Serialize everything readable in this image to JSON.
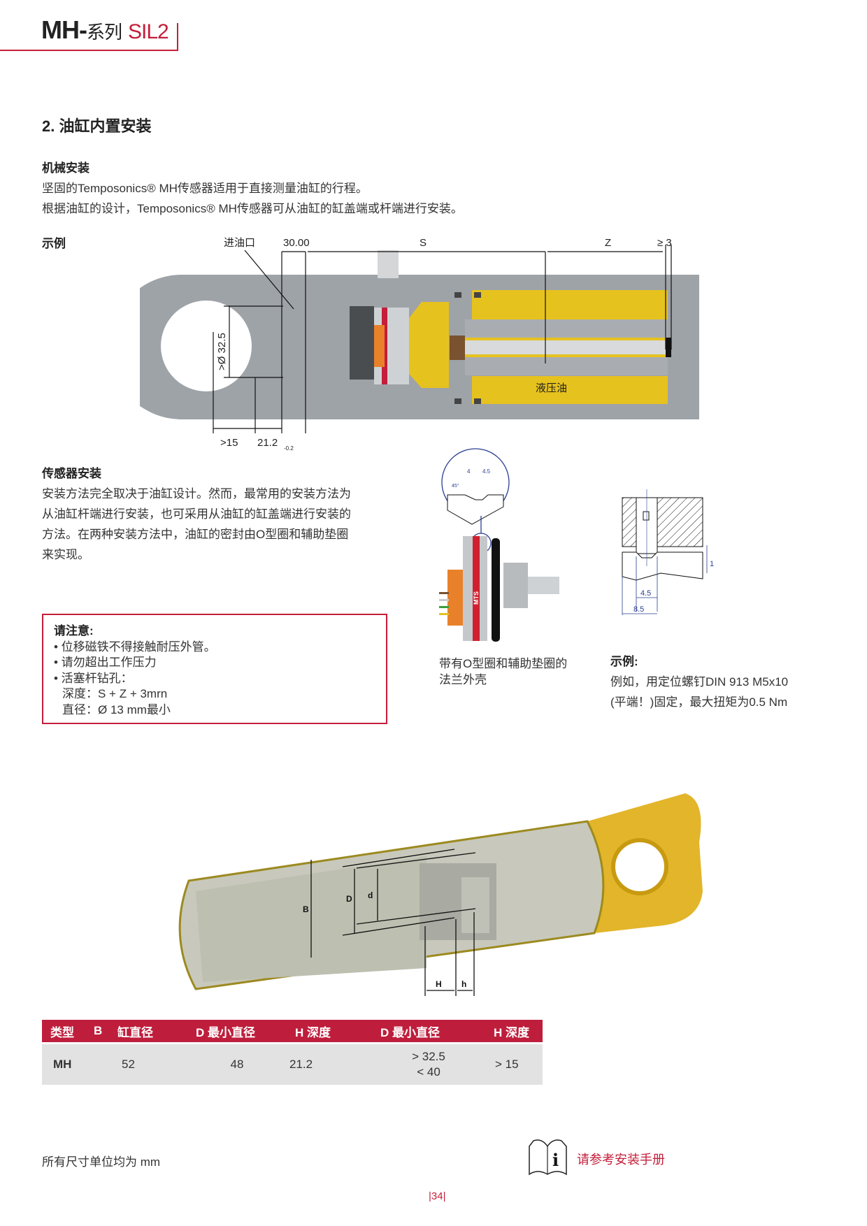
{
  "header": {
    "series_bold": "MH-",
    "series_cn": "系列",
    "series_sil": "SIL2"
  },
  "section_title": "2. 油缸内置安装",
  "mechanical": {
    "heading": "机械安装",
    "lines": [
      "坚固的Temposonics® MH传感器适用于直接测量油缸的行程。",
      "根据油缸的设计，Temposonics® MH传感器可从油缸的缸盖端或杆端进行安装。"
    ]
  },
  "example_label": "示例",
  "diagram1": {
    "oil_inlet": "进油口",
    "dim_30": "30.00",
    "dim_s": "S",
    "dim_z": "Z",
    "dim_ge3": "≥ 3",
    "dim_dia": ">Ø 32.5",
    "dim_15": ">15",
    "dim_212": "21.2",
    "dim_212_tol": "-0.2",
    "hydraulic_oil": "液压油",
    "colors": {
      "steel": "#9ea3a8",
      "oil": "#e6c21e",
      "orange": "#e8812a",
      "red": "#c41e3a"
    }
  },
  "sensor_install": {
    "heading": "传感器安装",
    "lines": [
      "安装方法完全取决于油缸设计。然而，最常用的安装方法为",
      "从油缸杆端进行安装，也可采用从油缸的缸盖端进行安装的",
      "方法。在两种安装方法中，油缸的密封由O型圈和辅助垫圈",
      "来实现。"
    ]
  },
  "note": {
    "title": "请注意:",
    "items": [
      "• 位移磁铁不得接触耐压外管。",
      "• 请勿超出工作压力",
      "• 活塞杆钻孔："
    ],
    "sub": [
      "深度：S + Z + 3mrn",
      "直径：Ø 13 mm最小"
    ]
  },
  "flange": {
    "detail_4": "4",
    "detail_45": "4.5",
    "detail_angle": "45°",
    "brand": "MTS",
    "caption": [
      "带有O型圈和辅助垫圈的",
      "法兰外壳"
    ]
  },
  "screw": {
    "dim_1": "1",
    "dim_45": "4.5",
    "dim_85": "8.5",
    "heading": "示例:",
    "lines": [
      "例如，用定位螺钉DIN 913 M5x10",
      "(平端！)固定，最大扭矩为0.5 Nm"
    ]
  },
  "cylinder3d": {
    "B": "B",
    "D": "D",
    "d": "d",
    "H": "H",
    "h": "h"
  },
  "table": {
    "headers": [
      "类型",
      "B",
      "缸直径",
      "D 最小直径",
      "H 深度",
      "D 最小直径",
      "H 深度"
    ],
    "row": {
      "type": "MH",
      "b": "52",
      "d_min": "48",
      "h_depth": "21.2",
      "d2_a": "> 32.5",
      "d2_b": "< 40",
      "h2": "> 15"
    }
  },
  "footer": {
    "units": "所有尺寸单位均为 mm",
    "manual": "请参考安装手册",
    "page": "|34|"
  }
}
